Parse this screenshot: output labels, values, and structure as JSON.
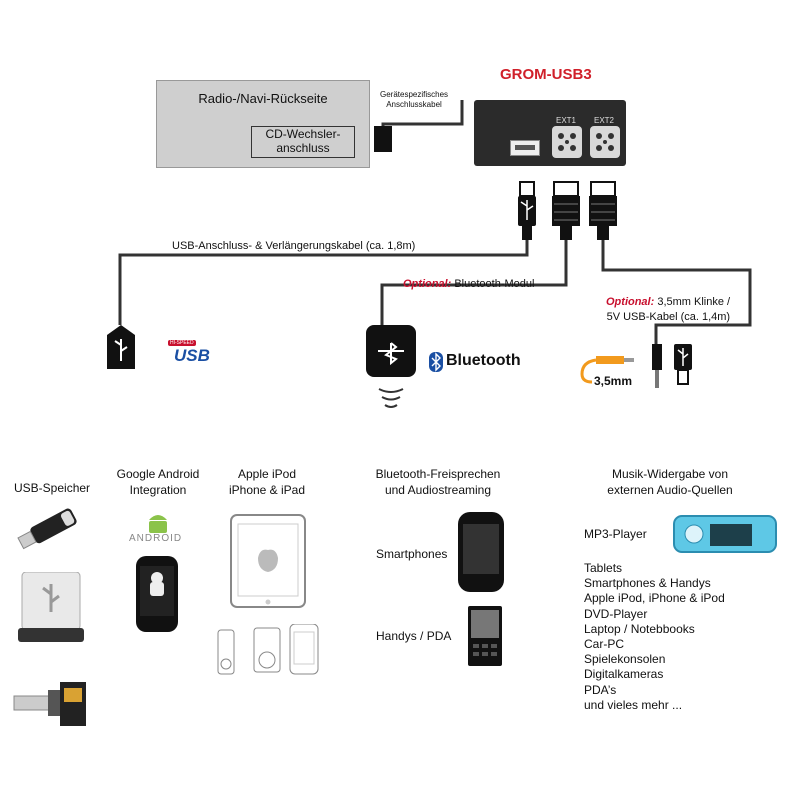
{
  "radio": {
    "title": "Radio-/Navi-Rückseite",
    "cd_line1": "CD-Wechsler-",
    "cd_line2": "anschluss"
  },
  "cable_label": {
    "line1": "Gerätespezifisches",
    "line2": "Anschlusskabel"
  },
  "module": {
    "title": "GROM-USB3",
    "ext1": "EXT1",
    "ext2": "EXT2"
  },
  "usb_cable_label": "USB-Anschluss- & Verlängerungskabel (ca. 1,8m)",
  "bluetooth_module": {
    "optional": "Optional:",
    "text": "Bluetooth-Modul",
    "brand": "Bluetooth"
  },
  "aux_cable": {
    "optional": "Optional:",
    "line1": "3,5mm Klinke /",
    "line2": "5V USB-Kabel (ca. 1,4m)",
    "jack": "3,5mm"
  },
  "usb_logo": {
    "text": "USB",
    "small": "HI-SPEED"
  },
  "sections": {
    "usb_storage": "USB-Speicher",
    "android": {
      "line1": "Google Android",
      "line2": "Integration",
      "logo": "ANDROID"
    },
    "apple": {
      "line1": "Apple iPod",
      "line2": "iPhone & iPad"
    },
    "bt": {
      "line1": "Bluetooth-Freisprechen",
      "line2": "und Audiostreaming",
      "smartphones": "Smartphones",
      "handys": "Handys / PDA"
    },
    "music": {
      "line1": "Musik-Widergabe von",
      "line2": "externen Audio-Quellen",
      "mp3": "MP3-Player",
      "items": [
        "Tablets",
        "Smartphones & Handys",
        "Apple iPod, iPhone & iPod",
        "DVD-Player",
        "Laptop / Notebbooks",
        "Car-PC",
        "Spielekonsolen",
        "Digitalkameras",
        "PDA’s",
        "und vieles mehr ..."
      ]
    }
  },
  "colors": {
    "accent_red": "#c8102e",
    "module_bg": "#2b2b2b",
    "cable": "#333333",
    "jack_orange": "#f29a1d",
    "mp3_blue": "#5ec8e6"
  }
}
